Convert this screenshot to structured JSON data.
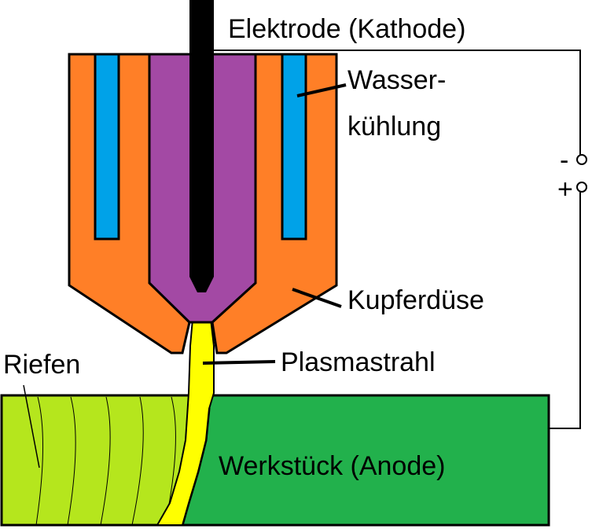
{
  "labels": {
    "electrode": "Elektrode (Kathode)",
    "water_cooling_line1": "Wasser-",
    "water_cooling_line2": "kühlung",
    "minus": "-",
    "plus": "+",
    "copper_nozzle": "Kupferdüse",
    "plasma_jet": "Plasmastrahl",
    "grooves": "Riefen",
    "workpiece": "Werkstück (Anode)"
  },
  "colors": {
    "copper": "#ff7f27",
    "cooling_water": "#00a2e8",
    "gas_chamber": "#a349a4",
    "electrode": "#000000",
    "plasma": "#ffff00",
    "workpiece": "#22b14c",
    "cut_surface": "#b5e61d"
  }
}
